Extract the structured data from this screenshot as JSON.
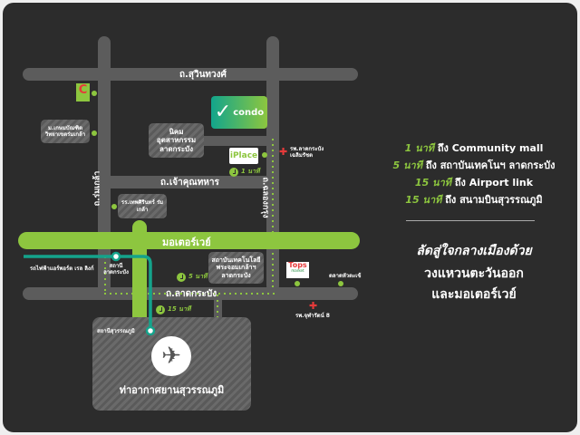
{
  "roads": {
    "suwinthawong": "ถ.สุวินทวงศ์",
    "romklao": "ถ.ร่มเกล้า",
    "chalongkrung": "ถ.ฉลองกรุง",
    "chaokhunthahan": "ถ.เจ้าคุณทหาร",
    "motorway": "มอเตอร์เวย์",
    "latkrabang": "ถ.ลาดกระบัง"
  },
  "places": {
    "kasem": "ม.เกษมบัณฑิต วิทยาเขตร่มเกล้า",
    "nikom": "นิคม อุตสาหกรรม ลาดกระบัง",
    "condo": "condo",
    "iplace": "iPlace",
    "hospital_lkb": "รพ.ลาดกระบัง เฉลิมรัชต",
    "school": "รร.เทพศิรินทร์ ร่มเกล้า",
    "arl": "รถไฟฟ้าแอร์พอร์ต เรล ลิงก์",
    "station_lkb": "สถานี ลาดกระบัง",
    "kmitl": "สถาบันเทคโนโลยี พระจอมเกล้าฯ ลาดกระบัง",
    "tops": "Tops",
    "tops_sub": "market",
    "market": "ตลาดหัวตะเข้",
    "hospital_chula": "รพ.จุฬารัตน์ 8",
    "station_svb": "สถานีสุวรรณภูมิ",
    "airport": "ท่าอากาศยานสุวรรณภูมิ",
    "bigc": "C"
  },
  "badges": {
    "b1": "1 นาที",
    "b5": "5 นาที",
    "b15": "15 นาที"
  },
  "info": [
    {
      "time": "1 นาที",
      "text": "ถึง Community mall"
    },
    {
      "time": "5 นาที",
      "text": "ถึง สถาบันเทคโนฯ ลาดกระบัง"
    },
    {
      "time": "15 นาที",
      "text": "ถึง Airport link"
    },
    {
      "time": "15 นาที",
      "text": "ถึง สนามบินสุวรรณภูมิ"
    }
  ],
  "tagline": [
    "ลัดสู่ใจกลางเมืองด้วย",
    "วงแหวนตะวันออก",
    "และมอเตอร์เวย์"
  ],
  "colors": {
    "accent": "#8dc63f",
    "rail": "#14a38b",
    "background": "#2c2c2c"
  }
}
